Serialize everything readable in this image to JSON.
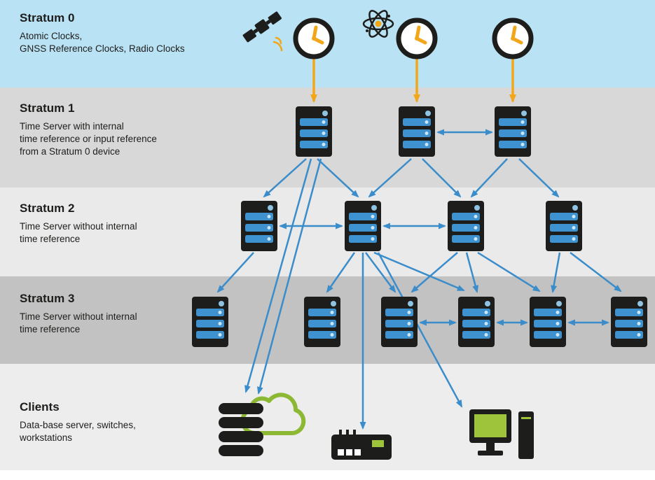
{
  "bands": [
    {
      "id": "stratum0",
      "title": "Stratum 0",
      "lines": [
        "Atomic Clocks,",
        "GNSS Reference Clocks, Radio Clocks"
      ],
      "bg_color": "#b9e2f4"
    },
    {
      "id": "stratum1",
      "title": "Stratum 1",
      "lines": [
        "Time Server with internal",
        "time reference or input reference",
        "from a Stratum 0 device"
      ],
      "bg_color": "#d8d8d8"
    },
    {
      "id": "stratum2",
      "title": "Stratum 2",
      "lines": [
        "Time Server without internal",
        "time reference"
      ],
      "bg_color": "#eaeaea"
    },
    {
      "id": "stratum3",
      "title": "Stratum 3",
      "lines": [
        "Time Server without internal",
        "time reference"
      ],
      "bg_color": "#c2c2c2"
    },
    {
      "id": "clients",
      "title": "Clients",
      "lines": [
        "Data-base server, switches,",
        "workstations"
      ],
      "bg_color": "#ededed"
    }
  ],
  "icons": {
    "stratum0": [
      "satellite-icon",
      "wall-clock-icon",
      "atom-icon",
      "wall-clock-icon",
      "wall-clock-icon"
    ],
    "server_counts": {
      "stratum1": 3,
      "stratum2": 4,
      "stratum3": 6
    },
    "clients": [
      "cloud-icon",
      "database-server-icon",
      "network-switch-icon",
      "workstation-icon"
    ]
  },
  "colors": {
    "arrow_blue": "#3a8dca",
    "arrow_orange": "#f2a71b",
    "server_body": "#1d1d1b",
    "server_bar": "#3e92cf",
    "server_led": "#8fc3e4",
    "clock_hands": "#f2a71b",
    "cloud_green": "#8cb834",
    "screen_green": "#9dc43a",
    "band_stratum0": "#b9e2f4",
    "band_stratum1": "#d8d8d8",
    "band_stratum2": "#eaeaea",
    "band_stratum3": "#c2c2c2",
    "band_clients": "#ededed",
    "text": "#1d1d1b"
  }
}
